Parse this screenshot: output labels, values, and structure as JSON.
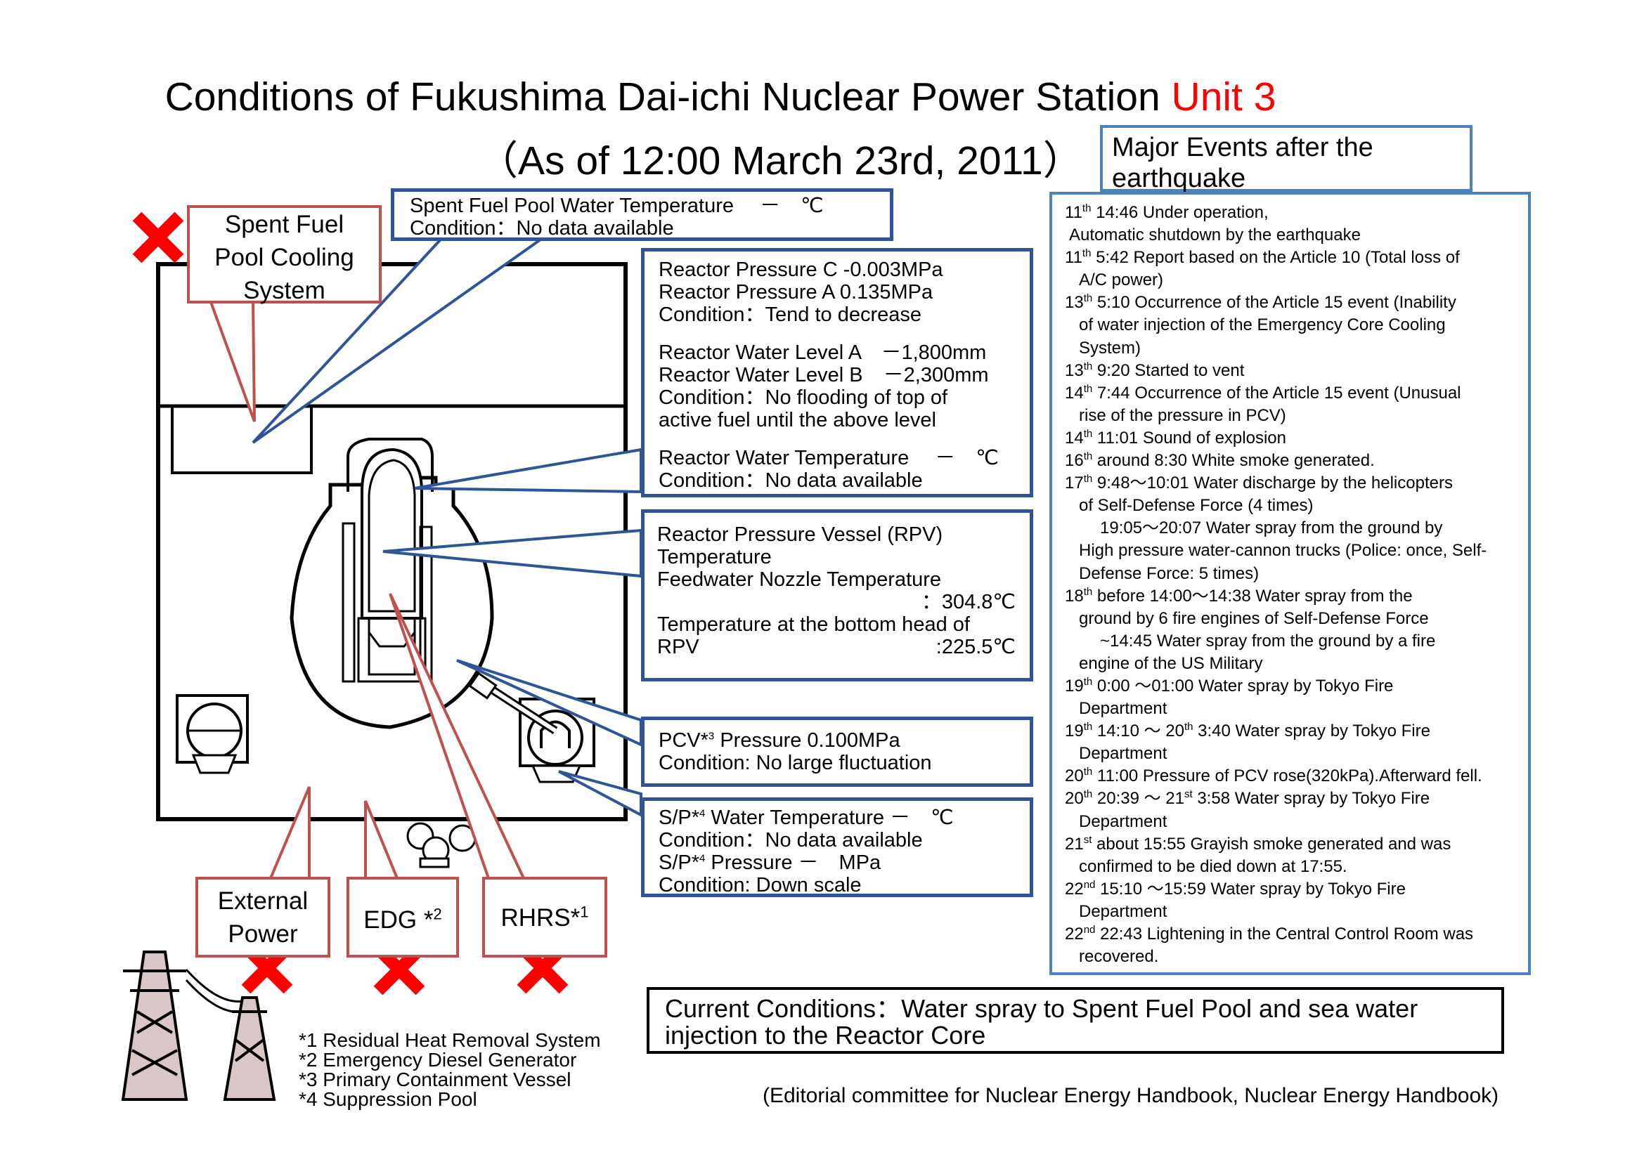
{
  "title": {
    "main": "Conditions of Fukushima Dai-ichi Nuclear Power Station ",
    "unit": "Unit 3",
    "date": "（As of 12:00 March 23rd, 2011）"
  },
  "colors": {
    "accent_red": "#ff0000",
    "box_blue": "#2f5597",
    "box_red": "#c0504d",
    "cross_red": "#ff0000"
  },
  "major_events": {
    "header": [
      "Major Events after the",
      "earthquake"
    ],
    "items": [
      {
        "d": "11",
        "s": "th",
        "t": " 14:46 Under operation,",
        "i": 0
      },
      {
        "t": "Automatic shutdown by the earthquake",
        "i": 0,
        "cont": true
      },
      {
        "d": "11",
        "s": "th",
        "t": " 5:42 Report based on the Article 10 (Total loss of",
        "i": 0
      },
      {
        "t": "A/C power)",
        "i": 1
      },
      {
        "d": "13",
        "s": "th",
        "t": " 5:10 Occurrence of the Article 15 event (Inability",
        "i": 0
      },
      {
        "t": "of water injection of the Emergency Core Cooling",
        "i": 1
      },
      {
        "t": "System)",
        "i": 1
      },
      {
        "d": "13",
        "s": "th",
        "t": " 9:20 Started to vent",
        "i": 0
      },
      {
        "d": "14",
        "s": "th",
        "t": " 7:44 Occurrence of the Article 15 event (Unusual",
        "i": 0
      },
      {
        "t": "rise of the pressure in PCV)",
        "i": 1
      },
      {
        "d": "14",
        "s": "th",
        "t": " 11:01 Sound of explosion",
        "i": 0
      },
      {
        "d": "16",
        "s": "th",
        "t": " around 8:30 White smoke generated.",
        "i": 0
      },
      {
        "d": "17",
        "s": "th",
        "t": " 9:48～10:01 Water discharge by the helicopters",
        "i": 0
      },
      {
        "t": "of Self-Defense Force (4 times)",
        "i": 1
      },
      {
        "t": "19:05～20:07 Water spray from the ground by",
        "i": 2
      },
      {
        "t": "High pressure water-cannon trucks (Police: once, Self-",
        "i": 1
      },
      {
        "t": "Defense Force: 5 times)",
        "i": 1
      },
      {
        "d": "18",
        "s": "th",
        "t": " before 14:00～14:38 Water spray from the",
        "i": 0
      },
      {
        "t": "ground by 6 fire engines of Self-Defense Force",
        "i": 1
      },
      {
        "t": "~14:45 Water spray from the ground by a fire",
        "i": 2
      },
      {
        "t": "engine of the US Military",
        "i": 1
      },
      {
        "d": "19",
        "s": "th",
        "t": " 0:00 ～01:00 Water spray by Tokyo Fire",
        "i": 0
      },
      {
        "t": "Department",
        "i": 1
      },
      {
        "d": "19",
        "s": "th",
        "t": " 14:10 ～ 20",
        "s2": "th",
        "t2": " 3:40 Water spray by Tokyo Fire",
        "i": 0
      },
      {
        "t": "Department",
        "i": 1
      },
      {
        "d": "20",
        "s": "th",
        "t": " 11:00 Pressure of PCV rose(320kPa).Afterward fell.",
        "i": 0
      },
      {
        "d": "20",
        "s": "th",
        "t": " 20:39 ～ 21",
        "s2": "st",
        "t2": " 3:58 Water spray by Tokyo Fire",
        "i": 0
      },
      {
        "t": "Department",
        "i": 1
      },
      {
        "d": "21",
        "s": "st",
        "t": " about 15:55 Grayish smoke generated and was",
        "i": 0
      },
      {
        "t": "confirmed to be died down at 17:55.",
        "i": 1
      },
      {
        "d": "22",
        "s": "nd",
        "t": " 15:10 ～15:59 Water spray by Tokyo Fire",
        "i": 0
      },
      {
        "t": "Department",
        "i": 1
      },
      {
        "d": "22",
        "s": "nd",
        "t": " 22:43 Lightening in the Central Control Room was",
        "i": 0
      },
      {
        "t": "recovered.",
        "i": 1
      }
    ]
  },
  "spent_fuel_pool": {
    "line1": "Spent Fuel Pool Water Temperature　 －　℃",
    "line2": "Condition：No data available"
  },
  "reactor": {
    "pressure_c": "Reactor Pressure C  -0.003MPa",
    "pressure_a": "Reactor Pressure A   0.135MPa",
    "pressure_cond": "Condition：Tend to decrease",
    "level_a": "Reactor Water Level A　－1,800mm",
    "level_b": "Reactor Water Level B　－2,300mm",
    "level_cond1": "Condition：No flooding of top of",
    "level_cond2": "active fuel until the above level",
    "temp": "Reactor Water Temperature　 －　℃",
    "temp_cond": "Condition：No data available"
  },
  "rpv": {
    "l1": "Reactor Pressure Vessel (RPV)",
    "l2": "Temperature",
    "l3": "Feedwater Nozzle Temperature",
    "l4": "：304.8℃",
    "l5": "Temperature at the bottom head of",
    "l6_label": "RPV",
    "l6_value": ":225.5℃"
  },
  "pcv": {
    "label": "PCV*",
    "sup": "3",
    "pressure": " Pressure   0.100MPa",
    "cond": "Condition: No large fluctuation"
  },
  "sp": {
    "label1": "S/P*",
    "sup1": "4",
    "temp": "  Water Temperature －　℃",
    "temp_cond": "Condition：No data available",
    "label2": "S/P*",
    "sup2": "4",
    "pressure": " Pressure －　MPa",
    "pressure_cond": "Condition: Down scale"
  },
  "labels": {
    "sfp_cooling": [
      "Spent Fuel",
      "Pool Cooling",
      "System"
    ],
    "external_power": [
      "External",
      "Power"
    ],
    "edg": "EDG *",
    "edg_sup": "2",
    "rhrs": "RHRS*",
    "rhrs_sup": "1"
  },
  "current": {
    "line1": "Current Conditions：Water spray to Spent Fuel Pool and sea water",
    "line2": "injection to the Reactor Core"
  },
  "footnotes": [
    "*1 Residual Heat Removal System",
    "*2 Emergency Diesel Generator",
    "*3 Primary Containment Vessel",
    "*4 Suppression Pool"
  ],
  "source": "(Editorial committee for Nuclear Energy Handbook, Nuclear Energy Handbook)"
}
